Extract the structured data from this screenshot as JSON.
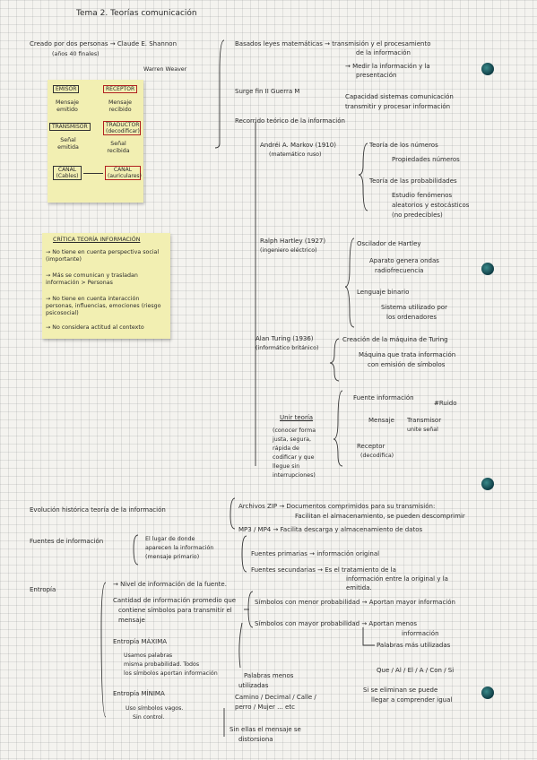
{
  "page": {
    "title": "Tema 2. Teorías comunicación",
    "intro": {
      "line1": "Creado por dos personas → Claude E. Shannon",
      "line2": "(años 40 finales)",
      "line3": "Warren Weaver"
    },
    "sticky_diagram": {
      "emisor": "EMISOR",
      "receptor": "RECEPTOR",
      "mensaje_emitido": "Mensaje emitido",
      "mensaje_recibido": "Mensaje recibido",
      "transmisor": "TRANSMISOR",
      "traductor": "TRADUCTOR (decodificar)",
      "senal_emitida": "Señal emitida",
      "senal_recibida": "Señal recibida",
      "canal_cables": "CANAL (Cables)",
      "canal_auriculares": "CANAL (auriculares)"
    },
    "sticky_critica": {
      "title": "CRÍTICA TEORÍA INFORMACIÓN",
      "item1": "→ No tiene en cuenta perspectiva social (importante)",
      "item2": "→ Más se comunican y trasladan información > Personas",
      "item3": "→ No tiene en cuenta interacción personas, influencias, emociones (riesgo psicosocial)",
      "item4": "→ No considera actitud al contexto"
    },
    "basados": {
      "line1": "Basados leyes matemáticas → transmisión y el procesamiento",
      "line2": "de la información",
      "line3": "→ Medir la información y la",
      "line4": "presentación",
      "line5": "Capacidad sistemas comunicación",
      "line6": "transmitir y procesar información"
    },
    "surge": "Surge fin II Guerra M",
    "recorrido": {
      "heading": "Recorrido teórico de la información",
      "kolmogorov": {
        "name": "Andréi A. Markov (1910)",
        "role": "(matemático ruso)",
        "t1": "Teoría de los números",
        "t1a": "Propiedades números",
        "t2": "Teoría de las probabilidades",
        "t2a": "Estudio fenómenos",
        "t2b": "aleatorios y estocásticos",
        "t2c": "(no predecibles)"
      },
      "hartley": {
        "name": "Ralph Hartley (1927)",
        "role": "(ingeniero eléctrico)",
        "t1": "Oscilador de Hartley",
        "t1a": "Aparato genera ondas",
        "t1b": "radiofrecuencia",
        "t2": "Lenguaje binario",
        "t2a": "Sistema utilizado por",
        "t2b": "los ordenadores"
      },
      "turing": {
        "name": "Alan Turing (1936)",
        "role": "(informático británico)",
        "t1": "Creación de la máquina de Turing",
        "t1a": "Máquina que trata información",
        "t1b": "con emisión de símbolos"
      },
      "teoria": {
        "name": "Unir teoría",
        "n1": "(conocer forma",
        "n2": "justa, segura,",
        "n3": "rápida de",
        "n4": "codificar y que",
        "n5": "llegue sin",
        "n6": "interrupciones)",
        "fuente": "Fuente información",
        "ruido": "#Ruido",
        "mensaje": "Mensaje",
        "transmisor": "Transmisor",
        "transmisor2": "unite señal",
        "receptor": "Receptor",
        "receptor2": "(decodifica)"
      }
    },
    "evolucion": {
      "heading": "Evolución histórica teoría de la información",
      "zip": "Archivos ZIP → Documentos comprimidos para su transmisión:",
      "zip2": "Facilitan el almacenamiento, se pueden descomprimir",
      "mp3": "MP3 / MP4 → Facilita descarga y almacenamiento de datos"
    },
    "fuentes": {
      "heading": "Fuentes de información",
      "desc1": "El lugar de donde",
      "desc2": "aparecen la información",
      "desc3": "(mensaje primario)",
      "primarias": "Fuentes primarias → información original",
      "secundarias": "Fuentes secundarias → Es el tratamiento de la",
      "secundarias2": "información entre la original y la",
      "secundarias3": "emitida."
    },
    "entropia": {
      "heading": "Entropía",
      "e1": "→ Nivel de información de la fuente.",
      "e2a": "Cantidad de información promedio que",
      "e2b": "contiene símbolos para transmitir el",
      "e2c": "mensaje",
      "maxima": "Entropía MÁXIMA",
      "max1": "Usamos palabras",
      "max2": "misma probabilidad. Todos",
      "max3": "los símbolos aportan información",
      "minima": "Entropía MÍNIMA",
      "min1": "Uso símbolos vagos.",
      "min2": "Sin control.",
      "s1": "Símbolos con menor probabilidad → Aportan mayor información",
      "s2": "Símbolos con mayor probabilidad → Aportan menos",
      "s2b": "información",
      "palabras": "Palabras más utilizadas",
      "palabras_list": "Que / Al / El / A / Con / Si",
      "si_elimina1": "Si se eliminan se puede",
      "si_elimina2": "llegar a comprender igual",
      "pal_menos1": "Palabras menos",
      "pal_menos2": "utilizadas",
      "pal_menos3": "Camino / Decimal / Calle /",
      "pal_menos4": "perro / Mujer ... etc",
      "sin_ellas1": "Sin ellas el mensaje se",
      "sin_ellas2": "distorsiona"
    }
  }
}
